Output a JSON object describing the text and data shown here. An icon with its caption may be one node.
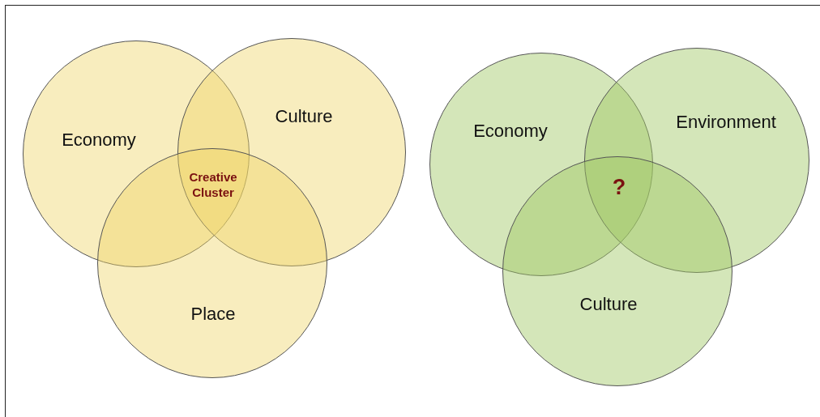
{
  "diagram": {
    "nodes": [
      {
        "text": [
          "Economy"
        ]
      },
      {
        "text": [
          "Culture"
        ]
      },
      {
        "text": [
          "Place"
        ]
      },
      {
        "text": [
          "Economy"
        ]
      },
      {
        "text": [
          "Environment"
        ]
      },
      {
        "text": [
          "Culture"
        ]
      }
    ],
    "edges": [],
    "labels": [
      "Creative Cluster",
      "?"
    ]
  }
}
